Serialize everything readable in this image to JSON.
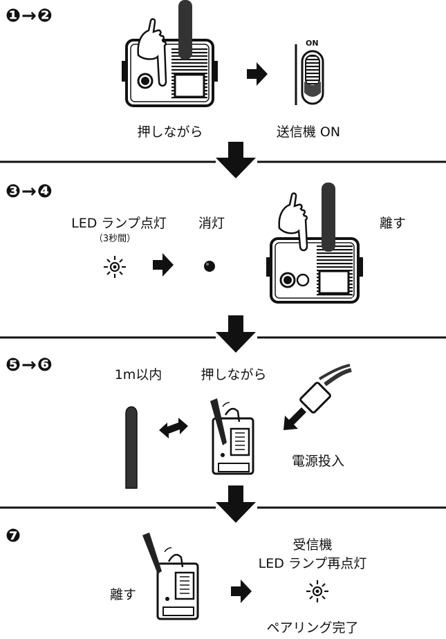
{
  "steps": {
    "s1": {
      "badge": "❶→❷",
      "press_label": "押しながら",
      "switch_label": "ON",
      "transmitter_label": "送信機 ON"
    },
    "s2": {
      "badge": "❸→❹",
      "led_label": "LED ランプ点灯",
      "led_sub": "（3秒間）",
      "off_label": "消灯",
      "release_label": "離す"
    },
    "s3": {
      "badge": "❺→❻",
      "distance_label": "1m以内",
      "press_label": "押しながら",
      "power_label": "電源投入"
    },
    "s4": {
      "badge": "❼",
      "receiver_label": "受信機",
      "relight_label": "LED ランプ再点灯",
      "release_label": "離す",
      "done_label": "ペアリング完了"
    }
  },
  "colors": {
    "ink": "#111111",
    "gray": "#555555"
  }
}
